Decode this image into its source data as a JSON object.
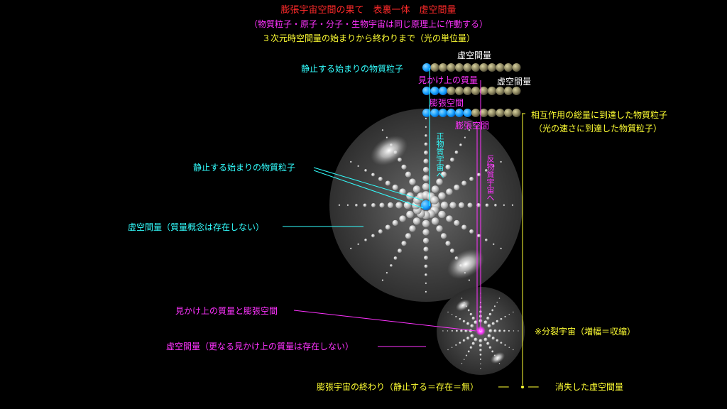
{
  "header": {
    "title": "膨張宇宙空間の果て　表裏一体　虚空間量",
    "subtitle": "（物質粒子・原子・分子・生物宇宙は同じ原理上に作動する）",
    "tagline": "３次元時空間量の始まりから終わりまで（光の単位量）"
  },
  "top_panel": {
    "void_label_1": "虚空間量",
    "void_label_2": "虚空間量",
    "resting_particle": "静止する始まりの物質粒子",
    "apparent_mass": "見かけ上の質量",
    "expansion_space_1": "膨張空間",
    "expansion_space_2": "膨張空間",
    "total_interaction": "相互作用の総量に到達した物質粒子",
    "light_speed": "（光の速さに到達した物質粒子）"
  },
  "big_sphere": {
    "resting_particle": "静止する始まりの物質粒子",
    "void_no_mass": "虚空間量（質量概念は存在しない）",
    "positive_universe": "正物質宇宙へ",
    "antimatter_universe": "反物質宇宙へ"
  },
  "small_sphere": {
    "apparent_mass_expansion": "見かけ上の質量と膨張空間",
    "void_no_further": "虚空間量（更なる見かけ上の質量は存在しない）",
    "split_universe": "※分裂宇宙（増幅＝収縮）"
  },
  "footer": {
    "end_of_expansion": "膨張宇宙の終わり（静止する＝存在＝無）",
    "dash": "──",
    "vanished_void": "消失した虚空間量"
  },
  "colors": {
    "red": "#ff2a2a",
    "magenta": "#ff33ff",
    "yellow": "#ffff33",
    "cyan": "#33ffff",
    "blue_particle": "#1aa3ff"
  }
}
